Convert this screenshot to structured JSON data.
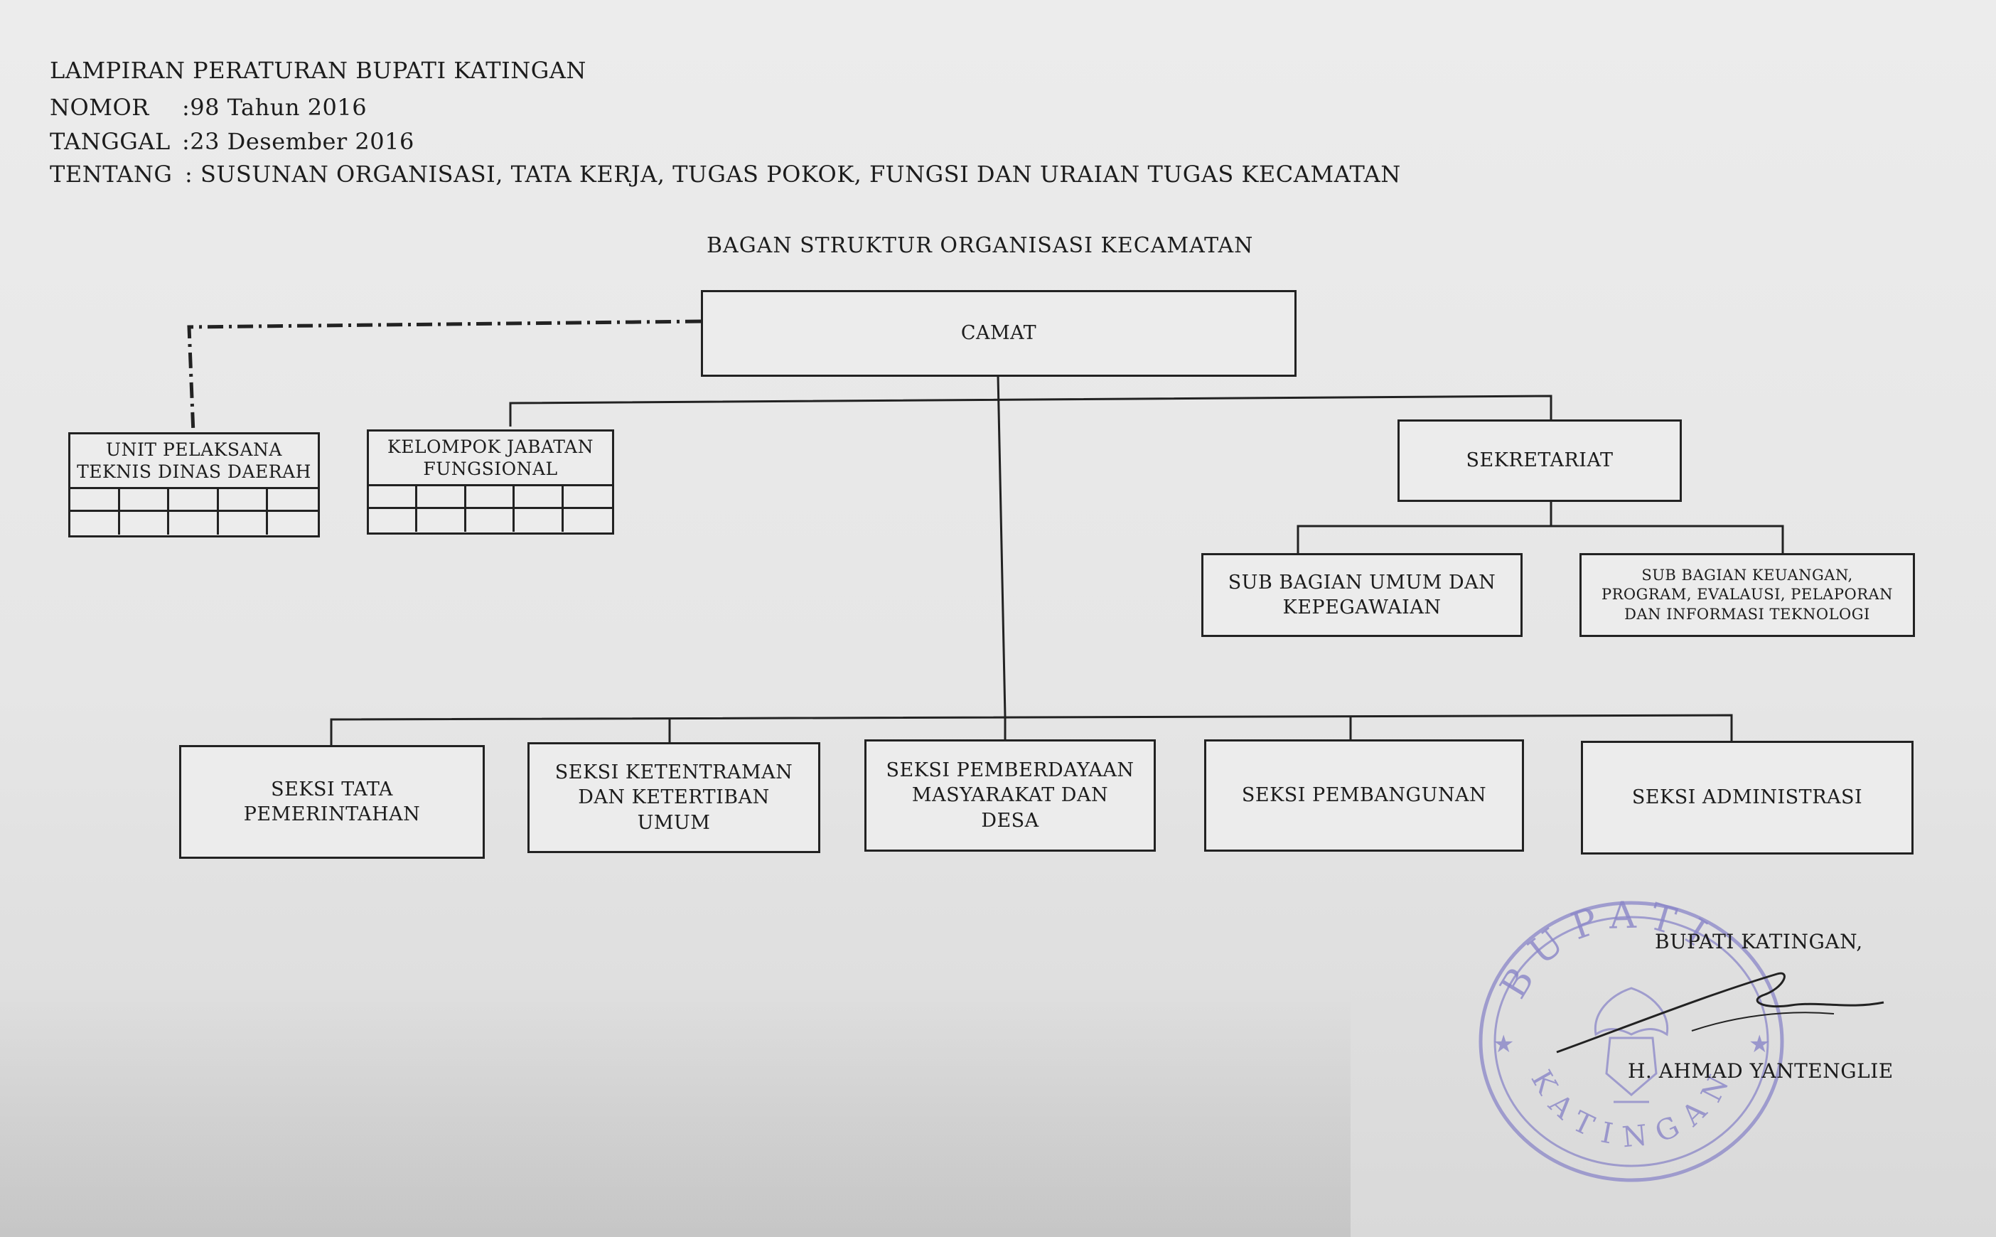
{
  "header": {
    "line1": "LAMPIRAN PERATURAN  BUPATI KATINGAN",
    "nomor_label": "NOMOR",
    "nomor_value": ":98 Tahun 2016",
    "tanggal_label": "TANGGAL",
    "tanggal_value": ":23 Desember 2016",
    "tentang_label": "TENTANG",
    "tentang_value": ": SUSUNAN ORGANISASI, TATA KERJA, TUGAS POKOK, FUNGSI DAN URAIAN TUGAS KECAMATAN"
  },
  "chart_title": "BAGAN STRUKTUR ORGANISASI KECAMATAN",
  "org": {
    "camat": "CAMAT",
    "upt": "UNIT PELAKSANA TEKNIS DINAS DAERAH",
    "jabatan": "KELOMPOK JABATAN FUNGSIONAL",
    "sekretariat": "SEKRETARIAT",
    "subbag_umum": "SUB BAGIAN UMUM DAN KEPEGAWAIAN",
    "subbag_keuangan": "SUB BAGIAN KEUANGAN, PROGRAM, EVALAUSI, PELAPORAN DAN INFORMASI TEKNOLOGI",
    "seksi": [
      "SEKSI TATA PEMERINTAHAN",
      "SEKSI KETENTRAMAN DAN KETERTIBAN UMUM",
      "SEKSI PEMBERDAYAAN MASYARAKAT DAN DESA",
      "SEKSI PEMBANGUNAN",
      "SEKSI ADMINISTRASI"
    ]
  },
  "signature": {
    "office": "BUPATI KATINGAN,",
    "name": "H. AHMAD YANTENGLIE",
    "stamp_top": "BUPATI",
    "stamp_bottom": "KATINGAN"
  },
  "colors": {
    "ink": "#1c1c1c",
    "stamp": "#8a86c8"
  }
}
